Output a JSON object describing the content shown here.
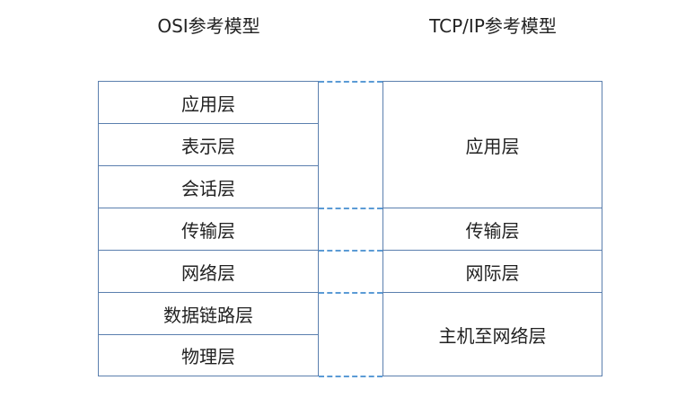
{
  "osi_model": {
    "title": "OSI参考模型",
    "layers": [
      "应用层",
      "表示层",
      "会话层",
      "传输层",
      "网络层",
      "数据链路层",
      "物理层"
    ]
  },
  "tcpip_model": {
    "title": "TCP/IP参考模型",
    "layers": [
      "应用层",
      "传输层",
      "网际层",
      "主机至网络层"
    ]
  },
  "colors": {
    "border": "#5b7fae",
    "connector": "#5b9bd5"
  }
}
